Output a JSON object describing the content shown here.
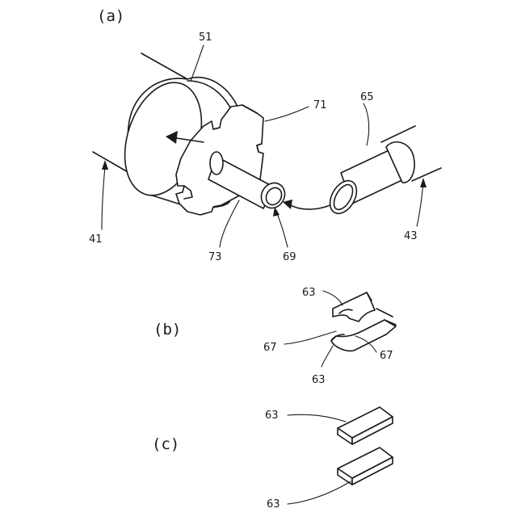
{
  "panels": {
    "a": "(a)",
    "b": "(b)",
    "c": "(c)"
  },
  "refs": {
    "r51": "51",
    "r71": "71",
    "r65": "65",
    "r41": "41",
    "r73": "73",
    "r69": "69",
    "r43": "43",
    "r63_b_top": "63",
    "r67_b_left": "67",
    "r67_b_right": "67",
    "r63_b_bottom": "63",
    "r63_c_top": "63",
    "r63_c_bottom": "63"
  },
  "colors": {
    "ink": "#1a1a1a",
    "background": "#ffffff"
  }
}
